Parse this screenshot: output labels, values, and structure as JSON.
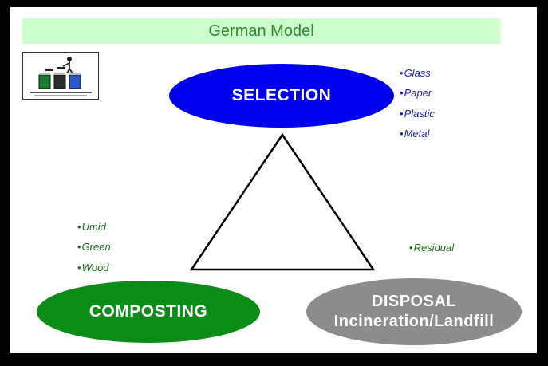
{
  "title": "German Model",
  "nodes": {
    "selection": {
      "label": "SELECTION",
      "color": "#0000ee"
    },
    "composting": {
      "label": "COMPOSTING",
      "color": "#0b8c16"
    },
    "disposal": {
      "label_line1": "DISPOSAL",
      "label_line2": "Incineration/Landfill",
      "color": "#8c8c8c"
    }
  },
  "lists": {
    "selection": [
      "Glass",
      "Paper",
      "Plastic",
      "Metal"
    ],
    "composting": [
      "Umid",
      "Green",
      "Wood"
    ],
    "disposal": [
      "Residual"
    ]
  },
  "icons": {
    "logo": "recycling-bins-icon",
    "bullet": "bullet-dot"
  },
  "colors": {
    "title_bg": "#ccffcc",
    "title_text": "#2e8b2e",
    "selection_list": "#2222aa",
    "green_list": "#1f6b1f"
  }
}
